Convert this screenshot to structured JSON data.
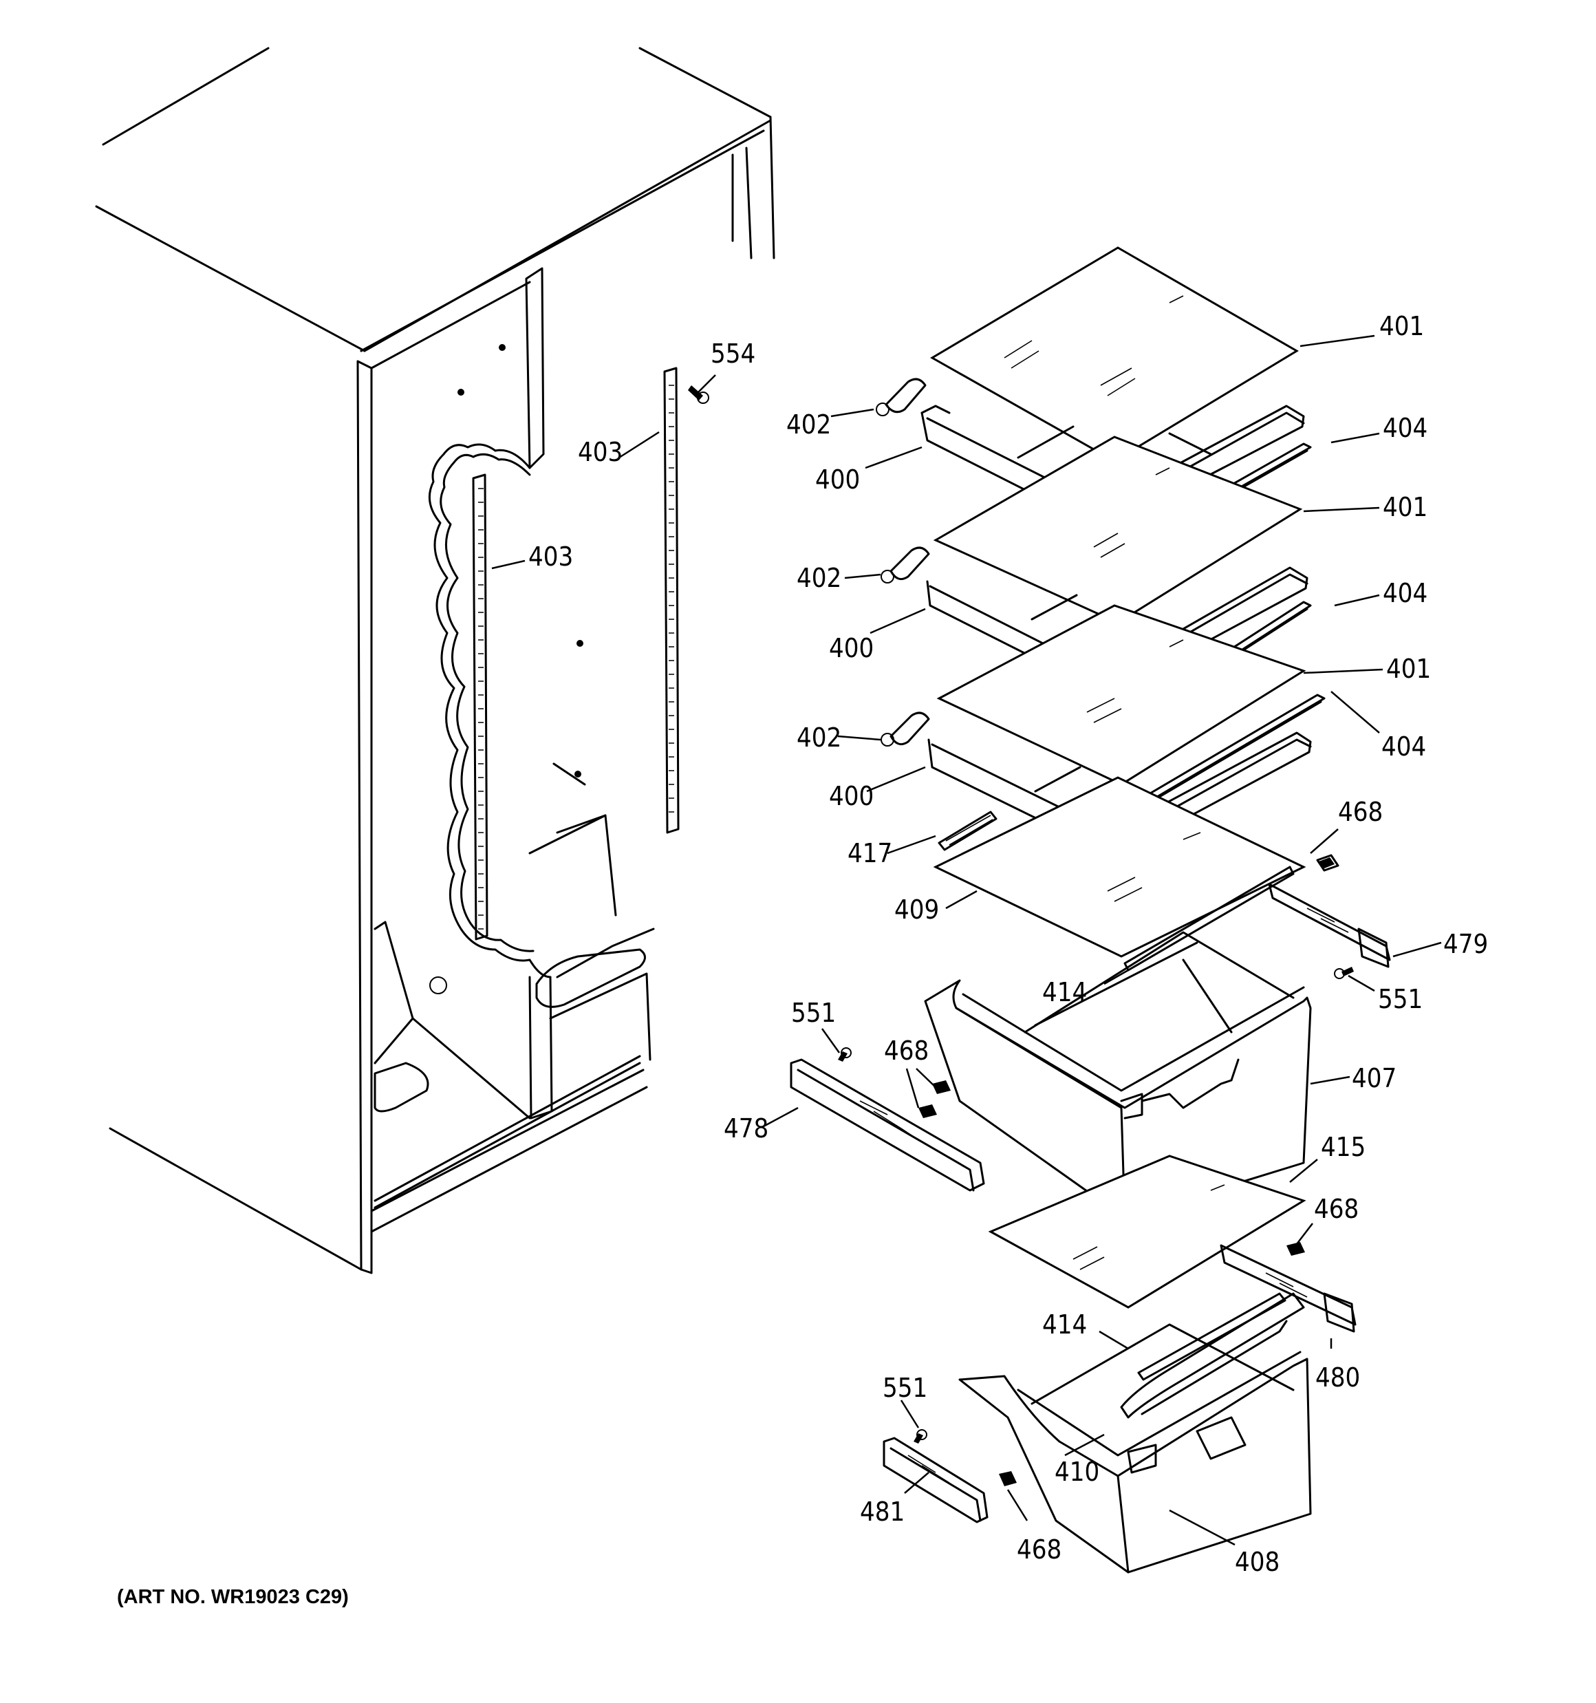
{
  "art_number": "(ART NO. WR19023 C29)",
  "callouts": {
    "c401a": "401",
    "c404a": "404",
    "c401b": "401",
    "c404b": "404",
    "c401c": "401",
    "c404c": "404",
    "c402a": "402",
    "c400a": "400",
    "c402b": "402",
    "c400b": "400",
    "c402c": "402",
    "c400c": "400",
    "c554": "554",
    "c403a": "403",
    "c403b": "403",
    "c417": "417",
    "c409": "409",
    "c468a": "468",
    "c479": "479",
    "c414a": "414",
    "c551a": "551",
    "c551b": "551",
    "c468b": "468",
    "c478": "478",
    "c407": "407",
    "c415": "415",
    "c468c": "468",
    "c414b": "414",
    "c480": "480",
    "c551c": "551",
    "c410": "410",
    "c481": "481",
    "c468d": "468",
    "c408": "408"
  }
}
